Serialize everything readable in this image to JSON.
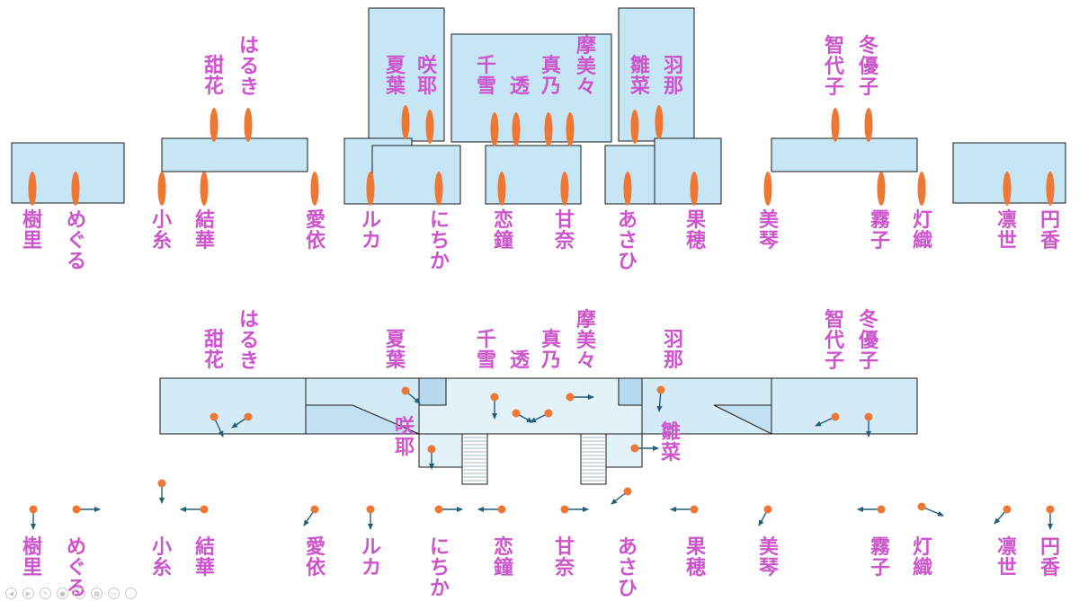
{
  "formation_top": {
    "upper_left": [
      "甜花",
      "はるき"
    ],
    "center_left": [
      "夏葉",
      "咲耶"
    ],
    "center": [
      "千雪",
      "透",
      "真乃",
      "摩美々"
    ],
    "center_right": [
      "雛菜",
      "羽那"
    ],
    "upper_right": [
      "智代子",
      "冬優子"
    ],
    "bottom": [
      "樹里",
      "めぐる",
      "小糸",
      "結華",
      "愛依",
      "ルカ",
      "にちか",
      "恋鐘",
      "甘奈",
      "あさひ",
      "果穂",
      "美琴",
      "霧子",
      "灯織",
      "凛世",
      "円香"
    ]
  },
  "formation_bottom": {
    "upper_left": [
      "甜花",
      "はるき"
    ],
    "upper_center": [
      "夏葉",
      "千雪",
      "透",
      "真乃",
      "摩美々",
      "羽那"
    ],
    "upper_right": [
      "智代子",
      "冬優子"
    ],
    "side_left": "咲耶",
    "side_right": "雛菜",
    "bottom": [
      "樹里",
      "めぐる",
      "小糸",
      "結華",
      "愛依",
      "ルカ",
      "にちか",
      "恋鐘",
      "甘奈",
      "あさひ",
      "果穂",
      "美琴",
      "霧子",
      "灯織",
      "凛世",
      "円香"
    ]
  },
  "colors": {
    "label": "#cc55cc",
    "platform_fill": "#c6e6f6",
    "platform_stroke": "#1a1a1a",
    "marker": "#ee7733",
    "arrow": "#1f5f7a"
  },
  "toolbar_icons": [
    "prev-icon",
    "next-icon",
    "pen-icon",
    "pointer-icon",
    "zoom-icon",
    "slides-icon",
    "subtitle-icon",
    "more-icon"
  ]
}
